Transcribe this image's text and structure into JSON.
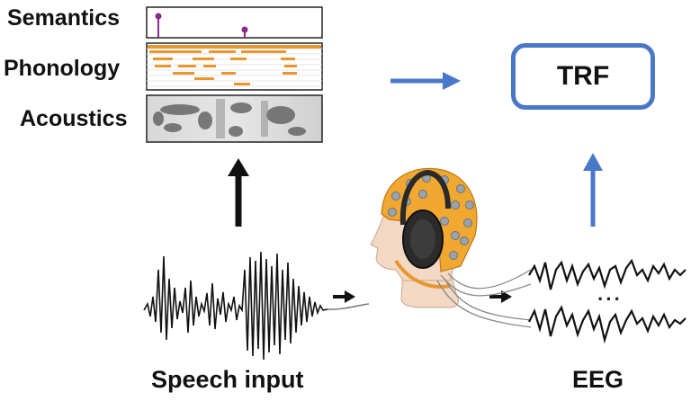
{
  "labels": {
    "semantics": "Semantics",
    "phonology": "Phonology",
    "acoustics": "Acoustics",
    "speech_input": "Speech input",
    "eeg": "EEG",
    "trf": "TRF",
    "ellipsis": "···"
  },
  "colors": {
    "arrow_blue": "#4a78c8",
    "arrow_black": "#111111",
    "phonology_orange": "#e8962e",
    "semantics_purple": "#8a2a8a",
    "cap_orange": "#f0a830",
    "skin": "#f3d9c4"
  },
  "icons": {
    "head": "eeg-headset-head-icon"
  }
}
